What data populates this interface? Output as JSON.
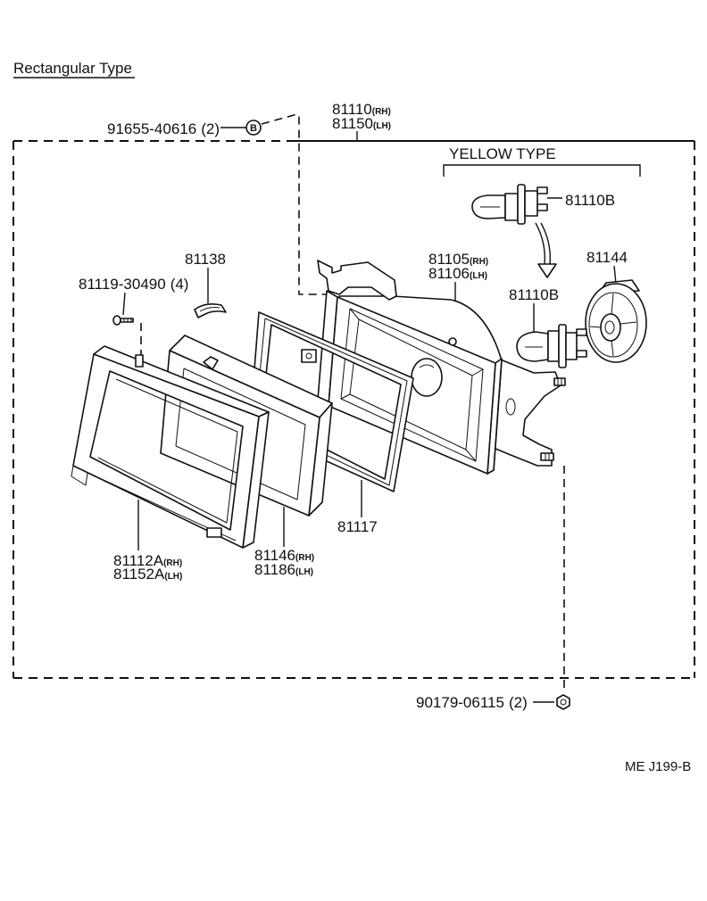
{
  "title": "Rectangular Type",
  "variant_label": "YELLOW TYPE",
  "drawing_code": "ME J199-B",
  "parts": {
    "assembly": {
      "rh": "81110",
      "rh_side": "(RH)",
      "lh": "81150",
      "lh_side": "(LH)"
    },
    "fastener_b": {
      "number": "91655-40616",
      "qty": "(2)",
      "symbol": "B"
    },
    "bulb_yellow": {
      "number": "81110B"
    },
    "housing": {
      "rh": "81105",
      "rh_side": "(RH)",
      "lh": "81106",
      "lh_side": "(LH)"
    },
    "cover": {
      "number": "81144"
    },
    "clip": {
      "number": "81138"
    },
    "screw": {
      "number": "81119-30490",
      "qty": "(4)"
    },
    "bulb": {
      "number": "81110B"
    },
    "gasket": {
      "number": "81117"
    },
    "frame": {
      "rh": "81112A",
      "rh_side": "(RH)",
      "lh": "81152A",
      "lh_side": "(LH)"
    },
    "lens": {
      "rh": "81146",
      "rh_side": "(RH)",
      "lh": "81186",
      "lh_side": "(LH)"
    },
    "nut": {
      "number": "90179-06115",
      "qty": "(2)"
    }
  }
}
